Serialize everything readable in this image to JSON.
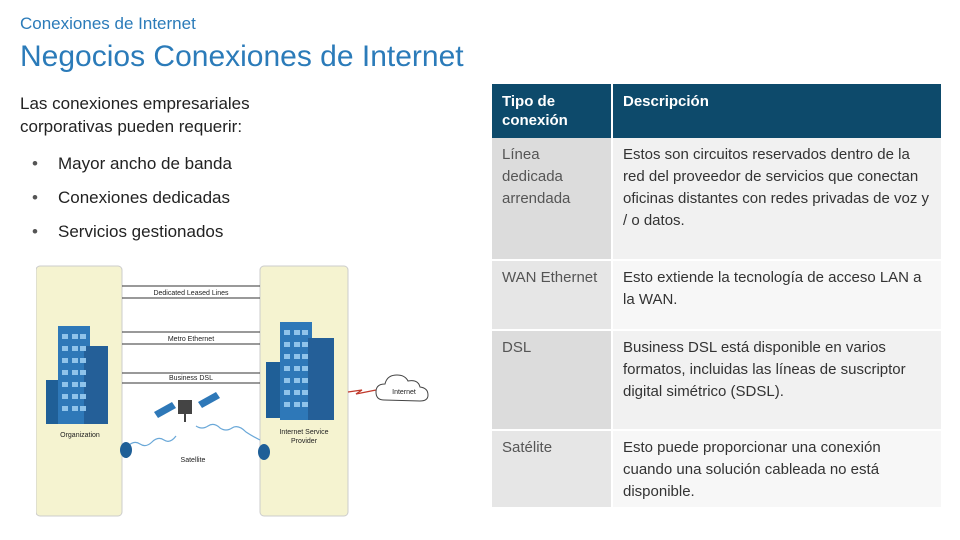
{
  "slide": {
    "subtitle": "Conexiones de Internet",
    "title": "Negocios Conexiones de Internet",
    "intro": "Las conexiones empresariales corporativas pueden requerir:",
    "bullets": [
      "Mayor ancho de banda",
      "Conexiones dedicadas",
      "Servicios gestionados"
    ],
    "bullet_glyph": "•"
  },
  "diagram": {
    "links": [
      "Dedicated Leased Lines",
      "Metro Ethernet",
      "Business DSL"
    ],
    "organization_label": "Organization",
    "isp_label_line1": "Internet Service",
    "isp_label_line2": "Provider",
    "satellite_label": "Satellite",
    "internet_label": "Internet",
    "colors": {
      "panel": "#f5f3d0",
      "building": "#2e6fa8",
      "cloud_line": "#444"
    }
  },
  "table": {
    "headers": [
      "Tipo de conexión",
      "Descripción"
    ],
    "rows": [
      {
        "type": "Línea dedicada arrendada",
        "desc": "Estos son circuitos reservados dentro de la red del proveedor de servicios que conectan oficinas distantes con redes privadas de voz y / o datos."
      },
      {
        "type": "WAN Ethernet",
        "desc": "Esto extiende la tecnología de acceso LAN a la WAN."
      },
      {
        "type": "DSL",
        "desc": "Business DSL está disponible en varios formatos, incluidas las líneas de suscriptor digital simétrico (SDSL)."
      },
      {
        "type": "Satélite",
        "desc": "Esto puede proporcionar una conexión cuando una solución cableada no está disponible."
      }
    ],
    "header_color": "#0d4a6b"
  }
}
